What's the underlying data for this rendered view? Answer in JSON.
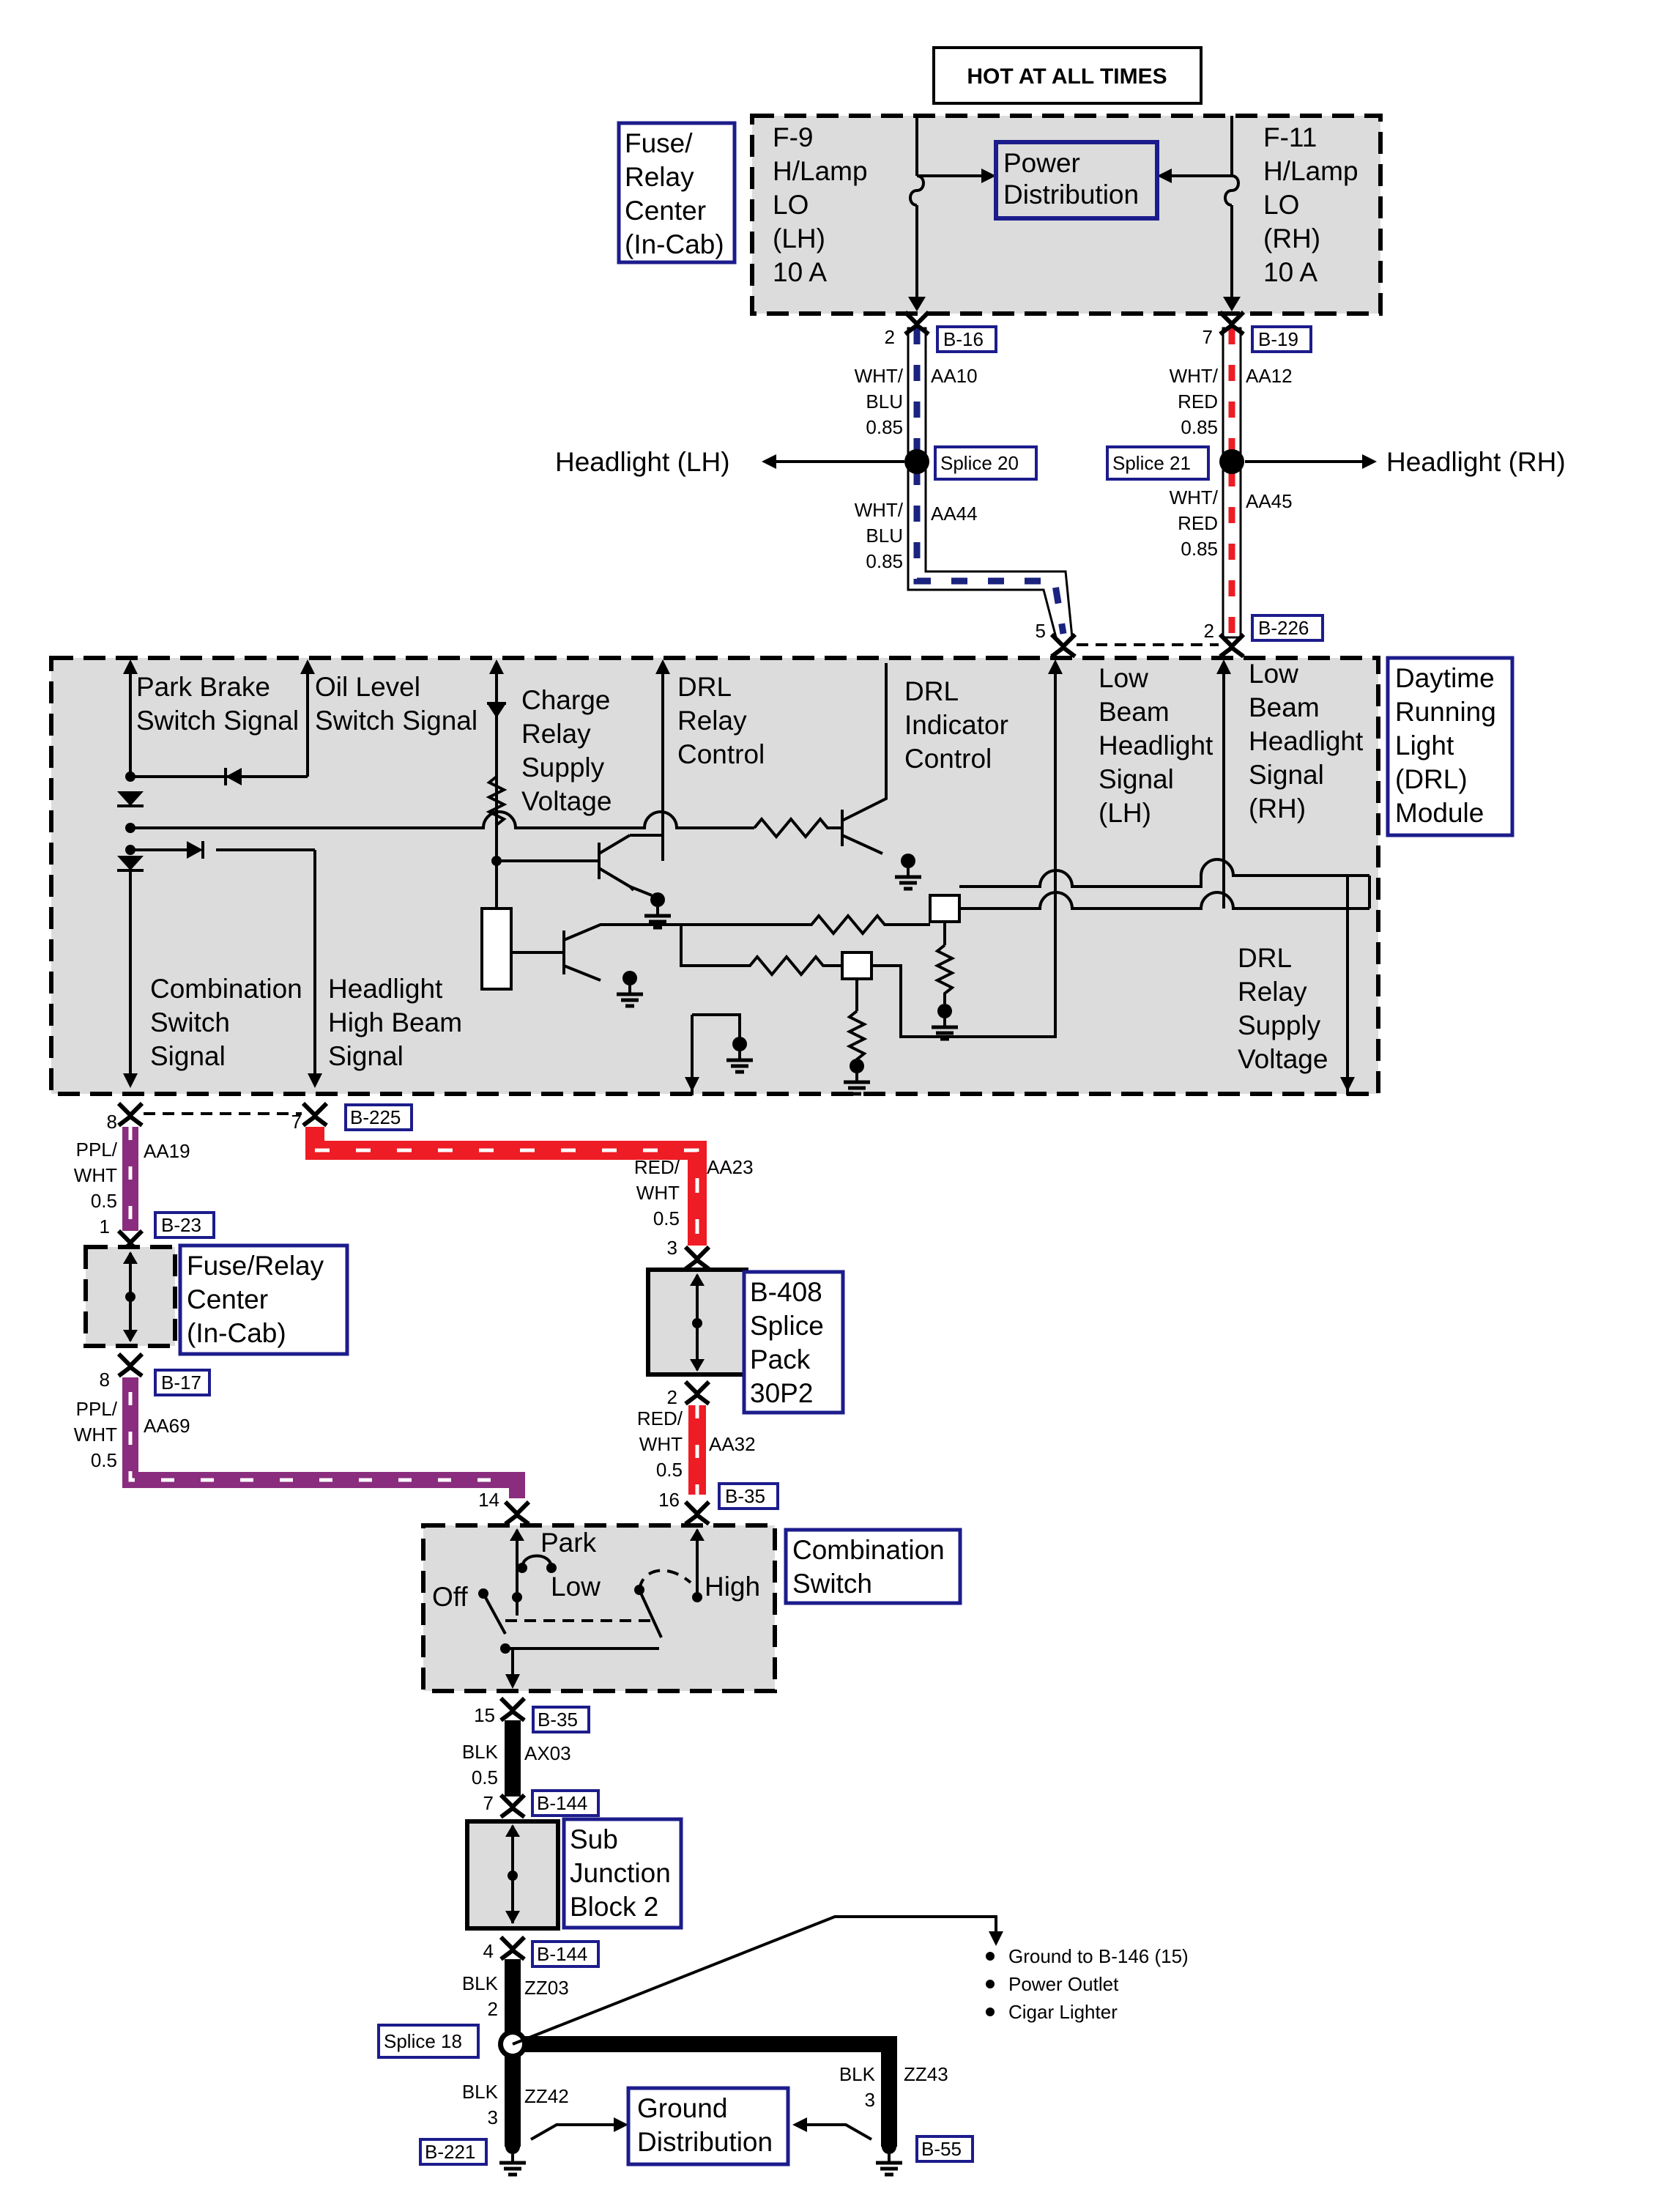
{
  "header": {
    "hot_label": "HOT AT ALL TIMES"
  },
  "fuse_relay_top": {
    "title_lines": [
      "Fuse/",
      "Relay",
      "Center",
      "(In-Cab)"
    ]
  },
  "fuse_f9": {
    "lines": [
      "F-9",
      "H/Lamp",
      "LO",
      "(LH)",
      "10 A"
    ]
  },
  "fuse_f11": {
    "lines": [
      "F-11",
      "H/Lamp",
      "LO",
      "(RH)",
      "10 A"
    ]
  },
  "power_distribution": {
    "lines": [
      "Power",
      "Distribution"
    ]
  },
  "connectors": {
    "b16": "B-16",
    "b19": "B-19",
    "b226": "B-226",
    "b225": "B-225",
    "b23": "B-23",
    "b17": "B-17",
    "b35_top": "B-35",
    "b35_bottom": "B-35",
    "b144_top": "B-144",
    "b144_bottom": "B-144",
    "b221": "B-221",
    "b55": "B-55"
  },
  "pins": {
    "p2_b16": "2",
    "p7_b19": "7",
    "p5_b226": "5",
    "p2_b226": "2",
    "p8_b225": "8",
    "p7_b225": "7",
    "p1_b23": "1",
    "p8_b17": "8",
    "p3_b408": "3",
    "p2_b408": "2",
    "p14_b35": "14",
    "p16_b35": "16",
    "p15_b35": "15",
    "p7_b144": "7",
    "p4_b144": "4",
    "p2_zz03": "2",
    "p3_zz42": "3",
    "p3_zz43": "3"
  },
  "wires": {
    "aa10": {
      "id": "AA10",
      "color": [
        "WHT/",
        "BLU"
      ],
      "gauge": "0.85"
    },
    "aa44": {
      "id": "AA44",
      "color": [
        "WHT/",
        "BLU"
      ],
      "gauge": "0.85"
    },
    "aa12": {
      "id": "AA12",
      "color": [
        "WHT/",
        "RED"
      ],
      "gauge": "0.85"
    },
    "aa45": {
      "id": "AA45",
      "color": [
        "WHT/",
        "RED"
      ],
      "gauge": "0.85"
    },
    "aa19": {
      "id": "AA19",
      "color": [
        "PPL/",
        "WHT"
      ],
      "gauge": "0.5"
    },
    "aa69": {
      "id": "AA69",
      "color": [
        "PPL/",
        "WHT"
      ],
      "gauge": "0.5"
    },
    "aa23": {
      "id": "AA23",
      "color": [
        "RED/",
        "WHT"
      ],
      "gauge": "0.5"
    },
    "aa32": {
      "id": "AA32",
      "color": [
        "RED/",
        "WHT"
      ],
      "gauge": "0.5"
    },
    "ax03": {
      "id": "AX03",
      "color": [
        "BLK"
      ],
      "gauge": "0.5"
    },
    "zz03": {
      "id": "ZZ03",
      "color": [
        "BLK"
      ]
    },
    "zz42": {
      "id": "ZZ42",
      "color": [
        "BLK"
      ]
    },
    "zz43": {
      "id": "ZZ43",
      "color": [
        "BLK"
      ]
    }
  },
  "splices": {
    "s20": "Splice 20",
    "s21": "Splice 21",
    "s18": "Splice 18"
  },
  "headlights": {
    "lh": "Headlight (LH)",
    "rh": "Headlight (RH)"
  },
  "drl_module": {
    "title_lines": [
      "Daytime",
      "Running",
      "Light",
      "(DRL)",
      "Module"
    ],
    "park_brake": [
      "Park Brake",
      "Switch Signal"
    ],
    "oil_level": [
      "Oil Level",
      "Switch Signal"
    ],
    "charge_relay": [
      "Charge",
      "Relay",
      "Supply",
      "Voltage"
    ],
    "drl_relay_control": [
      "DRL",
      "Relay",
      "Control"
    ],
    "drl_indicator": [
      "DRL",
      "Indicator",
      "Control"
    ],
    "low_beam_lh": [
      "Low",
      "Beam",
      "Headlight",
      "Signal",
      "(LH)"
    ],
    "low_beam_rh": [
      "Low",
      "Beam",
      "Headlight",
      "Signal",
      "(RH)"
    ],
    "combination_signal": [
      "Combination",
      "Switch",
      "Signal"
    ],
    "headlight_high": [
      "Headlight",
      "High Beam",
      "Signal"
    ],
    "drl_relay_supply": [
      "DRL",
      "Relay",
      "Supply",
      "Voltage"
    ]
  },
  "fuse_relay_mid": {
    "title_lines": [
      "Fuse/Relay",
      "Center",
      "(In-Cab)"
    ]
  },
  "splice_pack": {
    "title_lines": [
      "B-408",
      "Splice",
      "Pack",
      "30P2"
    ]
  },
  "combination_switch": {
    "title_lines": [
      "Combination",
      "Switch"
    ],
    "off": "Off",
    "park": "Park",
    "low": "Low",
    "high": "High"
  },
  "sub_junction": {
    "title_lines": [
      "Sub",
      "Junction",
      "Block 2"
    ]
  },
  "ground_list": [
    "Ground to B-146 (15)",
    "Power Outlet",
    "Cigar Lighter"
  ],
  "ground_distribution": {
    "title_lines": [
      "Ground",
      "Distribution"
    ]
  },
  "colors": {
    "blue": "#1a237e",
    "red": "#ee1c24",
    "purple": "#8a2d7e",
    "label_border": "#1c1c8c",
    "module_fill": "#dcdcdc"
  }
}
